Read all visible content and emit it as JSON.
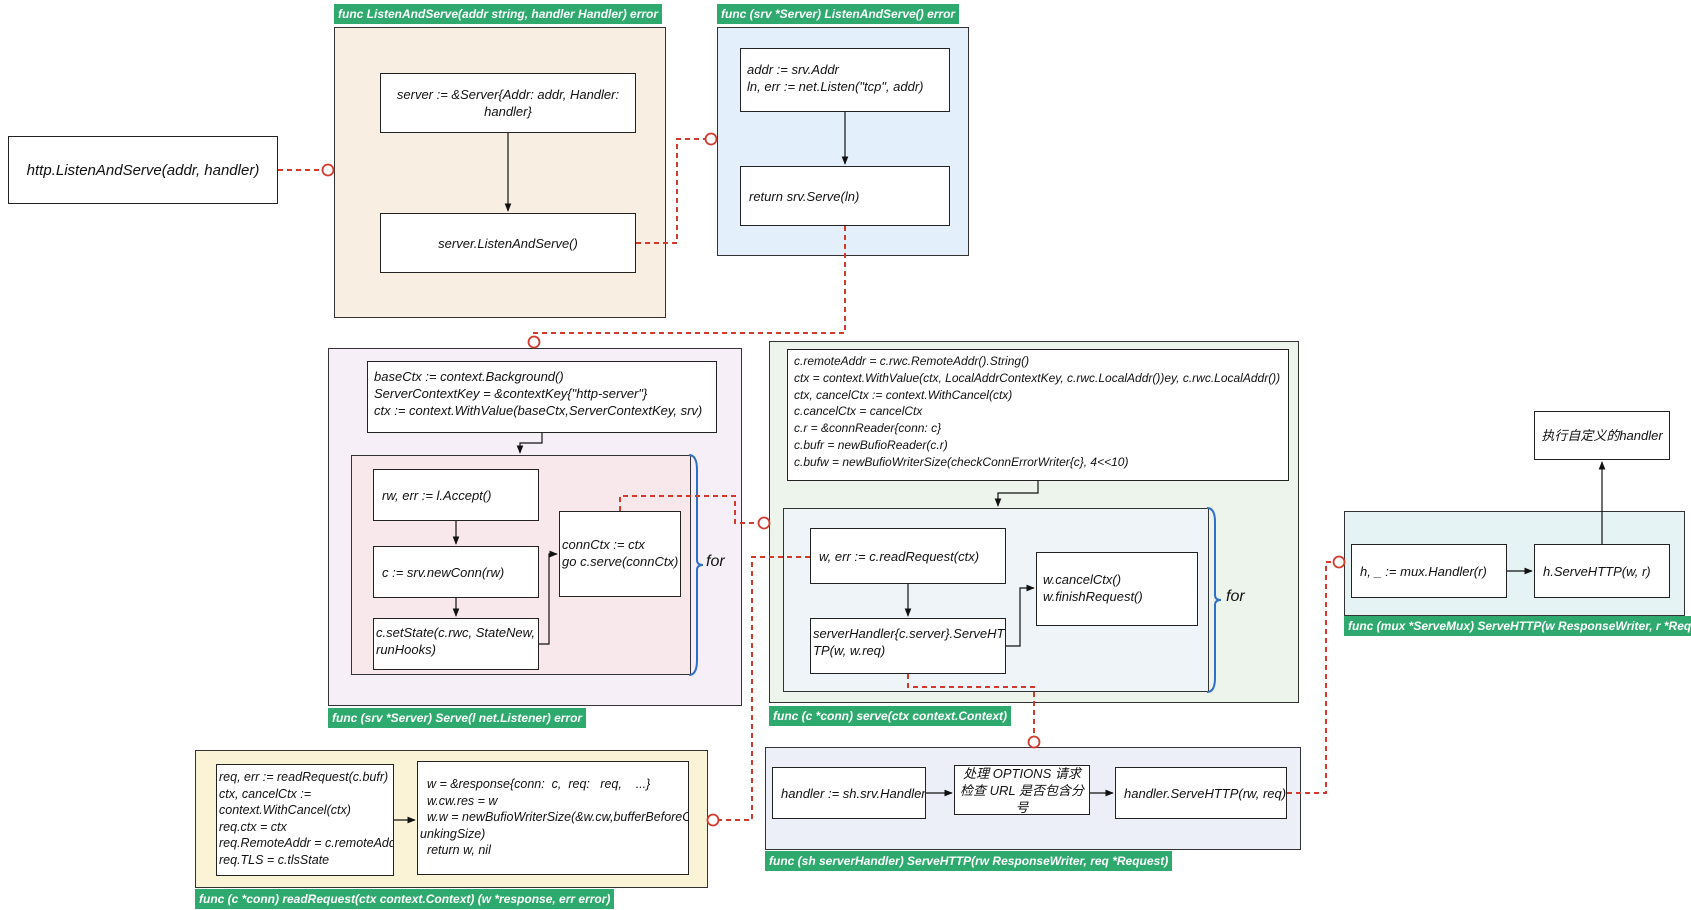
{
  "colors": {
    "frame_listen": "#f8eee2",
    "frame_srv_listen": "#e3f0fb",
    "frame_serve": "#f6eff8",
    "loop_serve": "#f8e8ec",
    "frame_conn_serve": "#ecf4ec",
    "loop_conn_serve": "#eef4f8",
    "frame_mux": "#e6f3f4",
    "frame_read_request": "#faf3d6",
    "frame_handler": "#eceff8",
    "tag_bg": "#2eaa6e",
    "connector": "#d23a2e",
    "brace": "#2f6fc8"
  },
  "entry": {
    "text": "http.ListenAndServe(addr, handler)"
  },
  "listen_and_serve": {
    "tag": "func ListenAndServe(addr string, handler Handler) error",
    "box1": "server := &Server{Addr: addr, Handler:\nhandler}",
    "box2": "server.ListenAndServe()"
  },
  "srv_listen_and_serve": {
    "tag": "func (srv *Server) ListenAndServe() error",
    "box1": "addr := srv.Addr\nln, err := net.Listen(\"tcp\", addr)",
    "box2": "return srv.Serve(ln)"
  },
  "srv_serve": {
    "tag": "func (srv *Server) Serve(l net.Listener) error",
    "ctx_box": "baseCtx := context.Background()\nServerContextKey = &contextKey{\"http-server\"}\nctx := context.WithValue(baseCtx,ServerContextKey, srv)",
    "accept": "rw, err := l.Accept()",
    "new_conn": "c := srv.newConn(rw)",
    "set_state": "c.setState(c.rwc, StateNew,\nrunHooks)",
    "conn_ctx": "connCtx := ctx\ngo c.serve(connCtx)",
    "loop_label": "for"
  },
  "conn_serve": {
    "tag": "func (c *conn) serve(ctx context.Context)",
    "init_box": "c.remoteAddr = c.rwc.RemoteAddr().String()\nctx = context.WithValue(ctx, LocalAddrContextKey, c.rwc.LocalAddr())ey, c.rwc.LocalAddr())\nctx, cancelCtx := context.WithCancel(ctx)\nc.cancelCtx = cancelCtx\nc.r = &connReader{conn: c}\nc.bufr = newBufioReader(c.r)\nc.bufw = newBufioWriterSize(checkConnErrorWriter{c}, 4<<10)",
    "read_request": "w, err := c.readRequest(ctx)",
    "serve_http": "serverHandler{c.server}.ServeHT\nTP(w, w.req)",
    "cancel": "w.cancelCtx()\nw.finishRequest()",
    "loop_label": "for"
  },
  "mux": {
    "tag": "func (mux *ServeMux) ServeHTTP(w ResponseWriter, r *Request)",
    "handler": "h, _ := mux.Handler(r)",
    "serve_http": "h.ServeHTTP(w, r)",
    "custom": "执行自定义的handler"
  },
  "read_request": {
    "tag": "func (c *conn) readRequest(ctx context.Context) (w *response, err error)",
    "box1": "req, err := readRequest(c.bufr)\nctx, cancelCtx :=\ncontext.WithCancel(ctx)\nreq.ctx = ctx\nreq.RemoteAddr = c.remoteAddr\nreq.TLS = c.tlsState",
    "box2": "  w = &response{conn:  c,  req:   req,    ...}\n  w.cw.res = w\n  w.w = newBufioWriterSize(&w.cw,bufferBeforeCh\nunkingSize)\n  return w, nil"
  },
  "server_handler": {
    "tag": "func (sh serverHandler) ServeHTTP(rw ResponseWriter, req *Request)",
    "box1": "handler := sh.srv.Handler",
    "box2": "处理 OPTIONS 请求\n检查 URL 是否包含分号",
    "box3": "handler.ServeHTTP(rw, req)"
  }
}
